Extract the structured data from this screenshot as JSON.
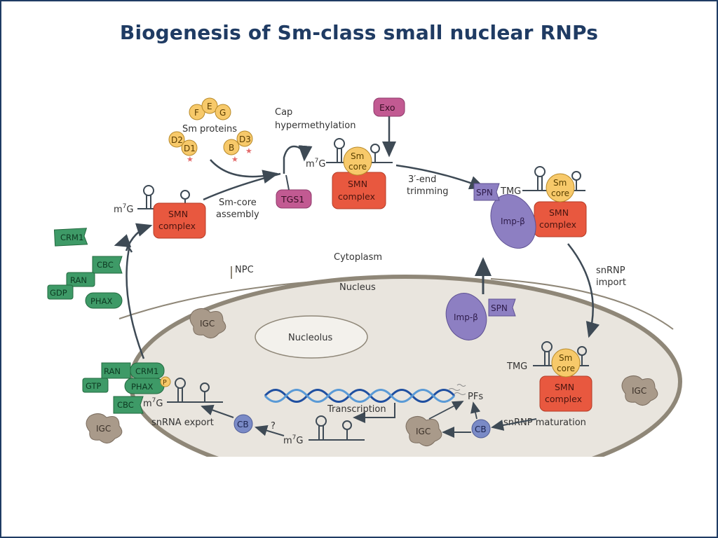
{
  "title": "Biogenesis of Sm-class small nuclear RNPs",
  "labels": {
    "cytoplasm": "Cytoplasm",
    "nucleus": "Nucleus",
    "nucleolus": "Nucleolus",
    "npc": "NPC",
    "sm_proteins": "Sm proteins",
    "cap_hypermethylation_1": "Cap",
    "cap_hypermethylation_2": "hypermethylation",
    "sm_core_assembly_1": "Sm-core",
    "sm_core_assembly_2": "assembly",
    "end_trimming_1": "3′-end",
    "end_trimming_2": "trimming",
    "snrnp_import_1": "snRNP",
    "snrnp_import_2": "import",
    "snrnp_maturation": "snRNP maturation",
    "snrna_export": "snRNA export",
    "transcription": "Transcription",
    "pfs": "PFs",
    "question": "?",
    "m7g": "m",
    "m7g_sup": "7",
    "m7g_g": "G",
    "tmg": "TMG"
  },
  "sm_letters": {
    "f": "F",
    "e": "E",
    "g": "G",
    "d2": "D2",
    "d1": "D1",
    "b": "B",
    "d3": "D3"
  },
  "boxes": {
    "smn_line1": "SMN",
    "smn_line2": "complex",
    "sm_core_line1": "Sm",
    "sm_core_line2": "core",
    "exo": "Exo",
    "tgs1": "TGS1"
  },
  "proteins": {
    "crm1": "CRM1",
    "cbc": "CBC",
    "ran": "RAN",
    "gdp": "GDP",
    "gtp": "GTP",
    "phax": "PHAX",
    "p": "P",
    "spn": "SPN",
    "imp_beta": "Imp-β",
    "cb": "CB",
    "igc": "IGC"
  },
  "colors": {
    "title": "#1f3b63",
    "smn_fill": "#e8583f",
    "sm_core_fill": "#f7c96a",
    "exo_fill": "#c25a92",
    "green_fill": "#3e9a67",
    "purple_fill": "#8d7fc2",
    "cb_fill": "#7a8ac6",
    "igc_fill": "#a99a8a",
    "nucleus_fill": "#e9e5de",
    "arrow": "#3e4a55"
  }
}
